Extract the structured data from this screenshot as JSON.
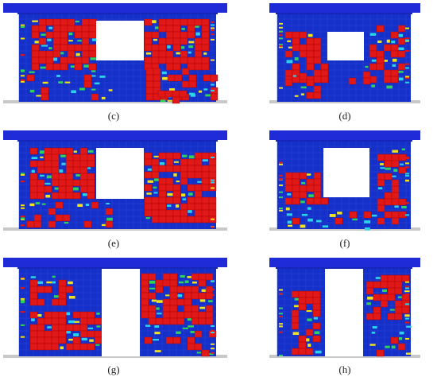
{
  "figure": {
    "panels": [
      {
        "id": "c",
        "caption": "(c)",
        "opening": "window",
        "damage": "heavy-diagonal-both-piers"
      },
      {
        "id": "d",
        "caption": "(d)",
        "opening": "window",
        "damage": "moderate-left-pier-and-right-pier-diagonal"
      },
      {
        "id": "e",
        "caption": "(e)",
        "opening": "window",
        "damage": "heavy-diagonal-both-piers"
      },
      {
        "id": "f",
        "caption": "(f)",
        "opening": "window",
        "damage": "left-pier-cluster-right-edge-strip"
      },
      {
        "id": "g",
        "caption": "(g)",
        "opening": "door",
        "damage": "heavy-both-piers"
      },
      {
        "id": "h",
        "caption": "(h)",
        "opening": "door",
        "damage": "diagonal-bands-both-piers"
      }
    ],
    "colors": {
      "beam": "#1e2bd6",
      "wall": "#1530c8",
      "damage_red": "#e01818",
      "damage_yellow": "#f2e21a",
      "damage_green": "#2fd35a",
      "damage_cyan": "#2ad4e6",
      "base": "#c8c8c8"
    }
  }
}
